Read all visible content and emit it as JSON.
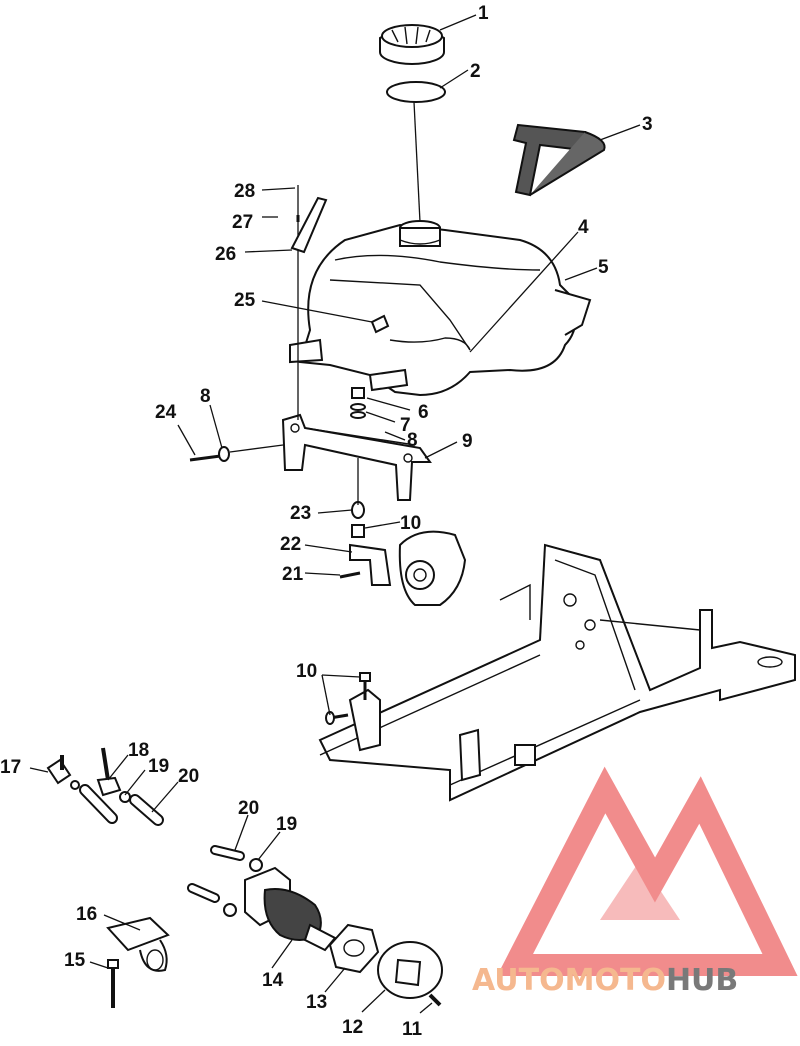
{
  "callouts": [
    {
      "n": "1"
    },
    {
      "n": "2"
    },
    {
      "n": "3"
    },
    {
      "n": "4"
    },
    {
      "n": "5"
    },
    {
      "n": "6"
    },
    {
      "n": "7"
    },
    {
      "n": "8"
    },
    {
      "n": "8"
    },
    {
      "n": "9"
    },
    {
      "n": "10"
    },
    {
      "n": "10"
    },
    {
      "n": "11"
    },
    {
      "n": "12"
    },
    {
      "n": "13"
    },
    {
      "n": "14"
    },
    {
      "n": "15"
    },
    {
      "n": "16"
    },
    {
      "n": "17"
    },
    {
      "n": "18"
    },
    {
      "n": "19"
    },
    {
      "n": "19"
    },
    {
      "n": "20"
    },
    {
      "n": "20"
    },
    {
      "n": "21"
    },
    {
      "n": "22"
    },
    {
      "n": "23"
    },
    {
      "n": "24"
    },
    {
      "n": "25"
    },
    {
      "n": "26"
    },
    {
      "n": "27"
    },
    {
      "n": "28"
    }
  ],
  "watermark": {
    "part1": "AUTOMOTO",
    "part2": "HUB",
    "color_primary": "#f08080",
    "color_secondary": "#f4b183",
    "color_dark": "#6b6b6b"
  }
}
